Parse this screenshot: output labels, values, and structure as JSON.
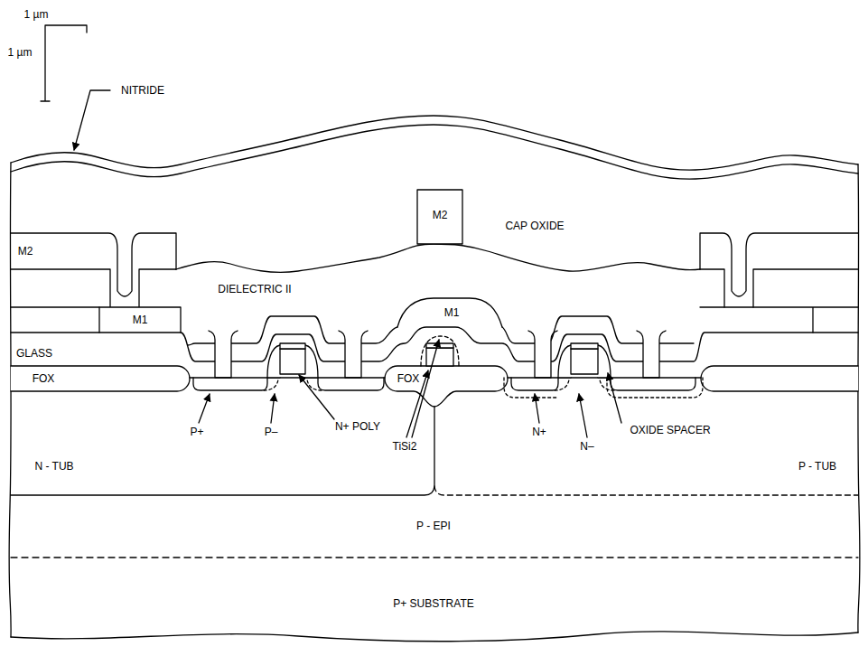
{
  "diagram": {
    "nodes": [
      {
        "text": [
          "M2"
        ]
      },
      {
        "text": [
          "CAP OXIDE"
        ]
      },
      {
        "text": [
          "M2"
        ]
      },
      {
        "text": [
          "DIELECTRIC II"
        ]
      },
      {
        "text": [
          "M1"
        ]
      },
      {
        "text": [
          "M1"
        ]
      },
      {
        "text": [
          "GLASS"
        ]
      },
      {
        "text": [
          "FOX"
        ]
      },
      {
        "text": [
          "FOX"
        ]
      },
      {
        "text": [
          "N - TUB"
        ]
      },
      {
        "text": [
          "P - TUB"
        ]
      },
      {
        "text": [
          "P - EPI"
        ]
      },
      {
        "text": [
          "P+ SUBSTRATE"
        ]
      }
    ],
    "edges": [],
    "labels": [
      "1 µm",
      "1 µm",
      "NITRIDE",
      "P+",
      "P–",
      "N+ POLY",
      "TiSi2",
      "N+",
      "N–",
      "OXIDE SPACER"
    ]
  }
}
